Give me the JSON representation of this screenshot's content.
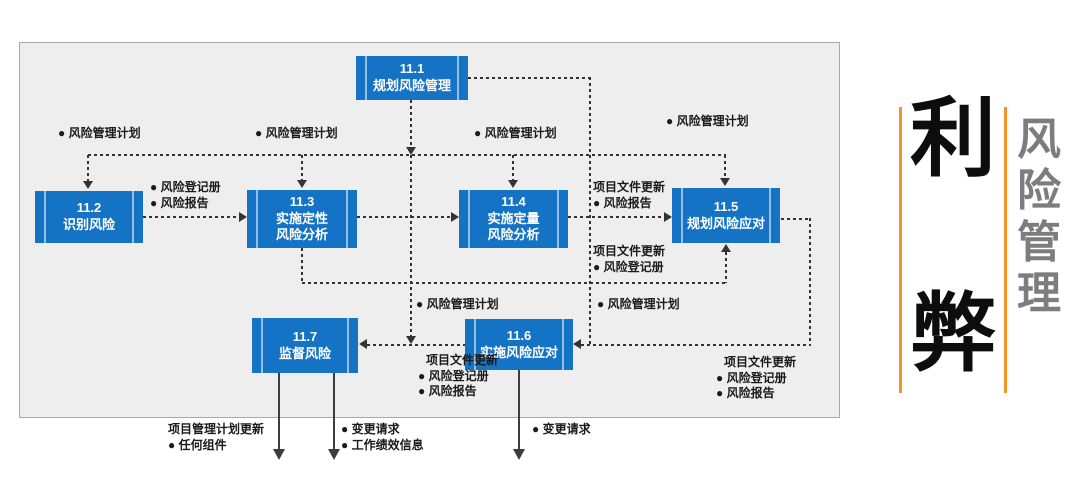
{
  "diagram": {
    "boxes": [
      {
        "l1": "11.1",
        "l2": "规划风险管理"
      },
      {
        "l1": "11.2",
        "l2": "识别风险"
      },
      {
        "l1": "11.3",
        "l2": "实施定性",
        "l3": "风险分析"
      },
      {
        "l1": "11.4",
        "l2": "实施定量",
        "l3": "风险分析"
      },
      {
        "l1": "11.5",
        "l2": "规划风险应对"
      },
      {
        "l1": "11.6",
        "l2": "实施风险应对"
      },
      {
        "l1": "11.7",
        "l2": "监督风险"
      }
    ],
    "labels": {
      "plan_to_112": {
        "l1": "● 风险管理计划"
      },
      "plan_to_113": {
        "l1": "● 风险管理计划"
      },
      "plan_to_114": {
        "l1": "● 风险管理计划"
      },
      "plan_to_115": {
        "l1": "● 风险管理计划"
      },
      "out_112": {
        "l1": "● 风险登记册",
        "l2": "● 风险报告"
      },
      "out_114_to_115": {
        "l1": "项目文件更新",
        "l2": "● 风险报告"
      },
      "out_113_to_115": {
        "l1": "项目文件更新",
        "l2": "● 风险登记册"
      },
      "plan_to_117": {
        "l1": "● 风险管理计划"
      },
      "plan_to_116": {
        "l1": "● 风险管理计划"
      },
      "out_116_to_117": {
        "l1": "项目文件更新",
        "l2": "● 风险登记册",
        "l3": "● 风险报告"
      },
      "out_115_to_116": {
        "l1": "项目文件更新",
        "l2": "● 风险登记册",
        "l3": "● 风险报告"
      },
      "out_117_left": {
        "l1": "项目管理计划更新",
        "l2": "● 任何组件"
      },
      "out_117_right": {
        "l1": "● 变更请求",
        "l2": "● 工作绩效信息"
      },
      "out_116_bottom": {
        "l1": "● 变更请求"
      }
    }
  },
  "sidebar": {
    "char_top": "利",
    "char_bottom": "弊",
    "vertical_title": "风险管理"
  },
  "colors": {
    "box_blue": "#1473c4",
    "accent_orange": "#f69322",
    "panel_bg": "#eeeeee",
    "connector_dark": "#333333",
    "title_gray": "#7d7d7d"
  }
}
